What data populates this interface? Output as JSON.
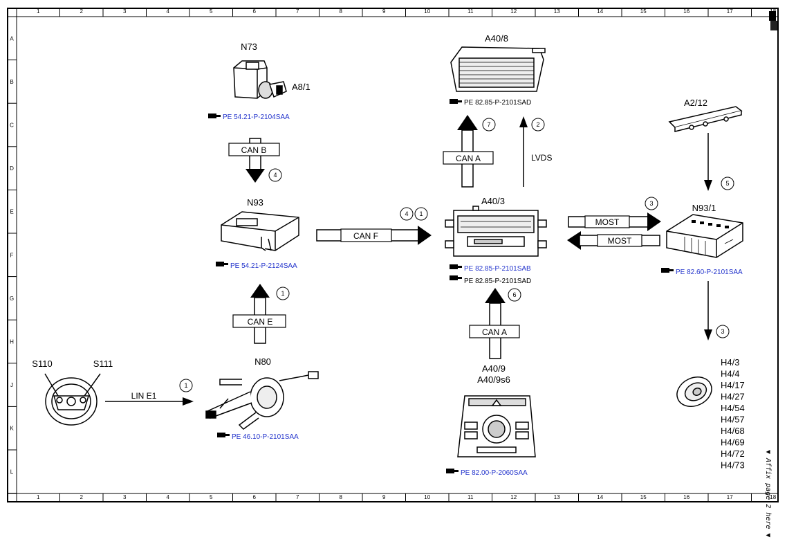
{
  "grid": {
    "columns": [
      "1",
      "2",
      "3",
      "4",
      "5",
      "6",
      "7",
      "8",
      "9",
      "10",
      "11",
      "12",
      "13",
      "14",
      "15",
      "16",
      "17",
      "18"
    ],
    "rows": [
      "A",
      "B",
      "C",
      "D",
      "E",
      "F",
      "G",
      "H",
      "J",
      "K",
      "L"
    ]
  },
  "components": {
    "n73": "N73",
    "a8_1": "A8/1",
    "n93": "N93",
    "n80": "N80",
    "s110": "S110",
    "s111": "S111",
    "a40_8": "A40/8",
    "a40_3": "A40/3",
    "a40_9": "A40/9",
    "a40_9s6": "A40/9s6",
    "a2_12": "A2/12",
    "n93_1": "N93/1",
    "speakers": [
      "H4/3",
      "H4/4",
      "H4/17",
      "H4/27",
      "H4/54",
      "H4/57",
      "H4/68",
      "H4/69",
      "H4/72",
      "H4/73"
    ]
  },
  "references": {
    "n73": "PE 54.21-P-2104SAA",
    "n93": "PE 54.21-P-2124SAA",
    "n80": "PE 46.10-P-2101SAA",
    "a40_8": "PE 82.85-P-2101SAD",
    "a40_3_primary": "PE 82.85-P-2101SAB",
    "a40_3_secondary": "PE 82.85-P-2101SAD",
    "a40_9": "PE 82.00-P-2060SAA",
    "n93_1": "PE 82.60-P-2101SAA"
  },
  "buses": {
    "can_b": "CAN B",
    "can_e": "CAN E",
    "can_f": "CAN F",
    "can_a_up": "CAN A",
    "can_a_low": "CAN A",
    "lvds": "LVDS",
    "most_out": "MOST",
    "most_in": "MOST",
    "lin_e1": "LIN E1"
  },
  "steps": {
    "can_b": "4",
    "can_e": "1",
    "can_f_a": "4",
    "can_f_b": "1",
    "can_a_up": "7",
    "lvds": "2",
    "most": "3",
    "can_a_low": "6",
    "a2_12": "5",
    "speakers": "3",
    "lin": "1"
  },
  "affix_note": "▼ Affix page 2 here ▼",
  "colors": {
    "reference_link": "#2233cc",
    "line": "#000000",
    "background": "#ffffff"
  }
}
